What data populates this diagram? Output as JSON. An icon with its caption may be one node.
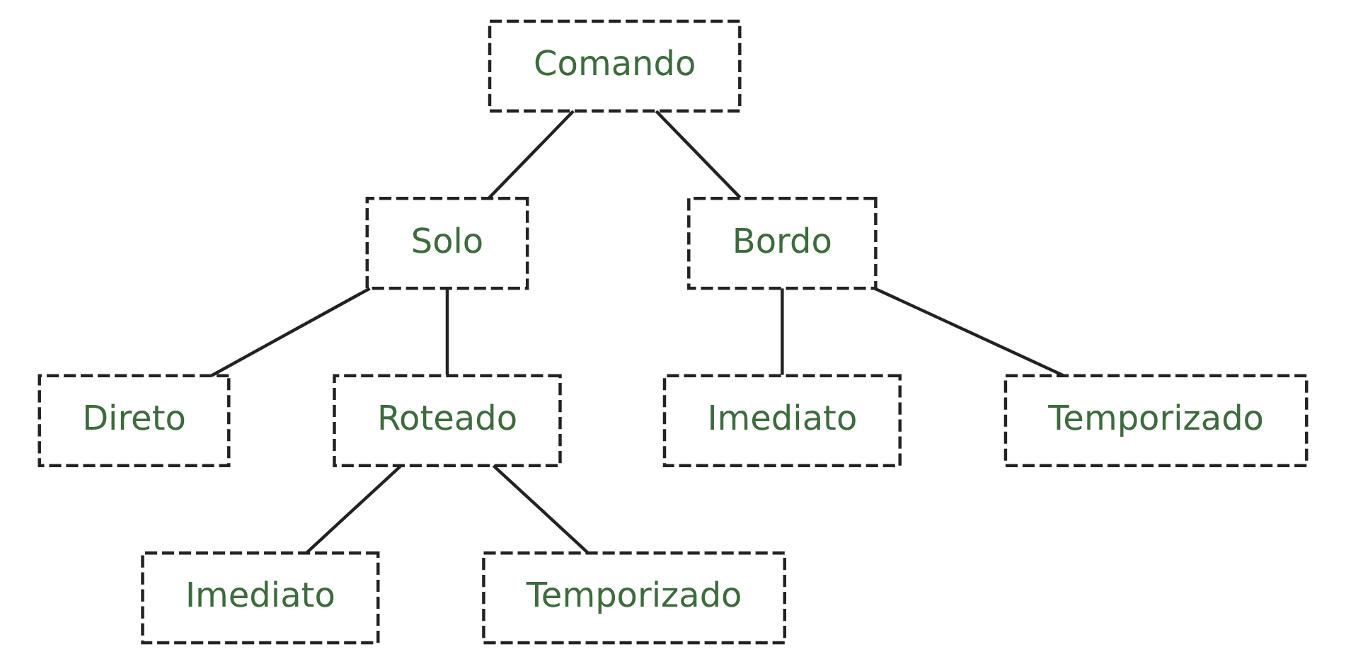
{
  "diagram": {
    "nodes": [
      {
        "text": [
          "Comando"
        ]
      },
      {
        "text": [
          "Solo"
        ]
      },
      {
        "text": [
          "Bordo"
        ]
      },
      {
        "text": [
          "Direto"
        ]
      },
      {
        "text": [
          "Roteado"
        ]
      },
      {
        "text": [
          "Imediato"
        ]
      },
      {
        "text": [
          "Temporizado"
        ]
      },
      {
        "text": [
          "Imediato"
        ]
      },
      {
        "text": [
          "Temporizado"
        ]
      }
    ],
    "edges": [
      {
        "from": 0,
        "to": 1,
        "arrow": "none"
      },
      {
        "from": 0,
        "to": 2,
        "arrow": "none"
      },
      {
        "from": 1,
        "to": 3,
        "arrow": "none"
      },
      {
        "from": 1,
        "to": 4,
        "arrow": "none"
      },
      {
        "from": 2,
        "to": 5,
        "arrow": "none"
      },
      {
        "from": 2,
        "to": 6,
        "arrow": "none"
      },
      {
        "from": 4,
        "to": 7,
        "arrow": "none"
      },
      {
        "from": 4,
        "to": 8,
        "arrow": "none"
      }
    ]
  }
}
